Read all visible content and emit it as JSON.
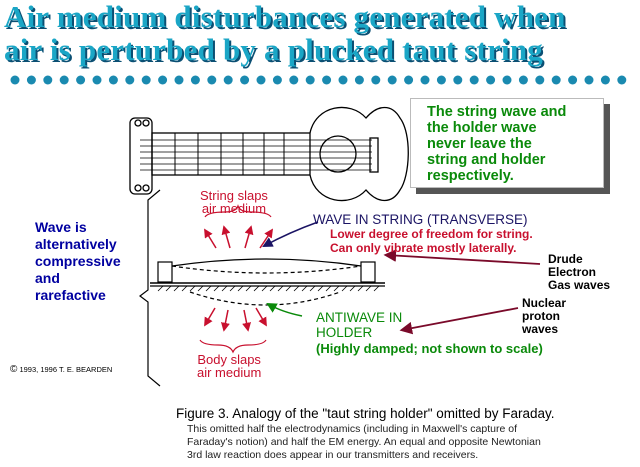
{
  "title": {
    "line1": "Air medium disturbances generated when",
    "line2": "air is perturbed by a plucked taut string"
  },
  "callout": {
    "lines": [
      "The string wave and",
      "the holder wave",
      "never leave the",
      "string and holder",
      "respectively."
    ]
  },
  "labels": {
    "string_slaps": [
      "String slaps",
      "air medium"
    ],
    "body_slaps": [
      "Body slaps",
      "air medium"
    ],
    "wave_left": [
      "Wave is",
      "alternatively",
      "compressive",
      "and",
      "rarefactive"
    ],
    "wave_in_string": "WAVE IN STRING (TRANSVERSE)",
    "lower_degree": [
      "Lower degree of freedom for string.",
      "Can only vibrate mostly laterally."
    ],
    "drude": [
      "Drude",
      "Electron",
      "Gas waves"
    ],
    "nuclear": [
      "Nuclear",
      "proton",
      "waves"
    ],
    "antiwave": [
      "ANTIWAVE IN",
      "HOLDER"
    ],
    "damped": "(Highly damped; not shown to scale)",
    "copyright_symbol": "©",
    "copyright": "1993, 1996 T. E. BEARDEN"
  },
  "caption": {
    "main": "Figure 3.  Analogy of the \"taut string holder\" omitted by Faraday.",
    "lines": [
      "This omitted half the electrodynamics (including in Maxwell's capture of",
      "Faraday's notion) and half the EM energy.  An  equal and opposite Newtonian",
      "3rd law reaction does appear in our transmitters and receivers."
    ]
  },
  "colors": {
    "title": "#1aa6c6",
    "title_shadow": "#0b4f73",
    "dots": "#1a8ab0",
    "green": "#0a8a0a",
    "red": "#c8102e",
    "navy": "#1b1464",
    "maroon": "#7a0a2a"
  }
}
